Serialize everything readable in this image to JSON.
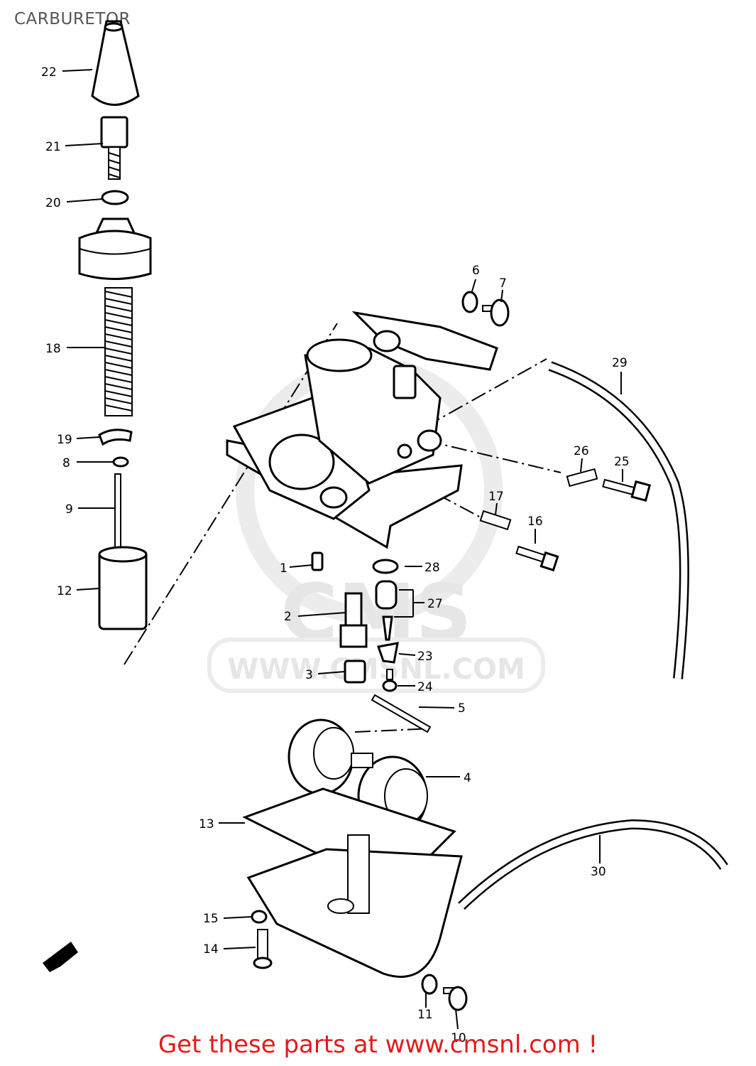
{
  "page_title": "CARBURETOR",
  "watermark": {
    "brand": "CMS",
    "url": "WWW.CMSNL.COM"
  },
  "footer": "Get these parts at www.cmsnl.com !",
  "parts": [
    {
      "ref": "1"
    },
    {
      "ref": "2"
    },
    {
      "ref": "3"
    },
    {
      "ref": "4"
    },
    {
      "ref": "5"
    },
    {
      "ref": "6"
    },
    {
      "ref": "7"
    },
    {
      "ref": "8"
    },
    {
      "ref": "9"
    },
    {
      "ref": "10"
    },
    {
      "ref": "11"
    },
    {
      "ref": "12"
    },
    {
      "ref": "13"
    },
    {
      "ref": "14"
    },
    {
      "ref": "15"
    },
    {
      "ref": "16"
    },
    {
      "ref": "17"
    },
    {
      "ref": "18"
    },
    {
      "ref": "19"
    },
    {
      "ref": "20"
    },
    {
      "ref": "21"
    },
    {
      "ref": "22"
    },
    {
      "ref": "23"
    },
    {
      "ref": "24"
    },
    {
      "ref": "25"
    },
    {
      "ref": "26"
    },
    {
      "ref": "27"
    },
    {
      "ref": "28"
    },
    {
      "ref": "29"
    },
    {
      "ref": "30"
    }
  ],
  "icons": {
    "front_arrow": "front-direction-arrow-icon"
  }
}
